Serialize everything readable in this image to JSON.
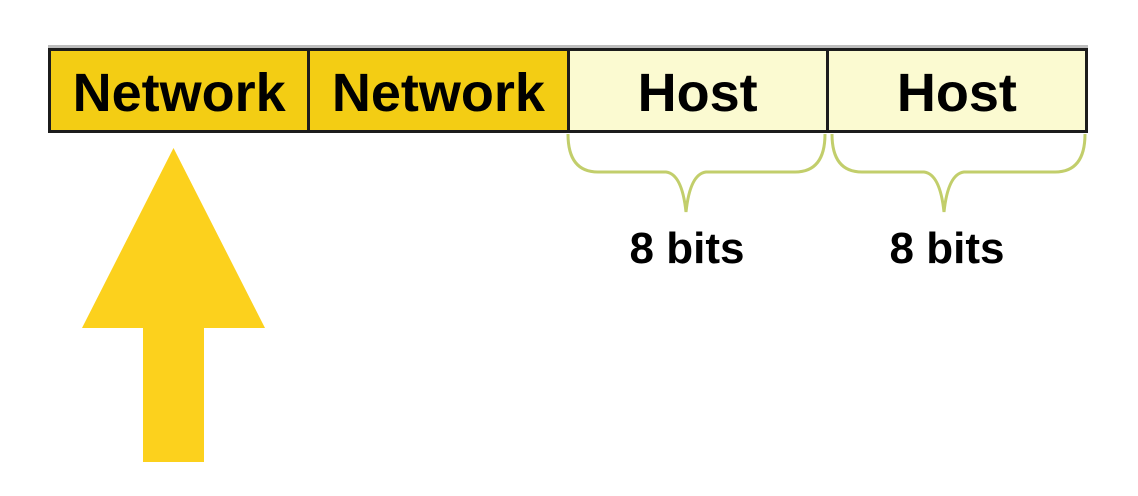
{
  "diagram": {
    "bar": {
      "cells": [
        {
          "label": "Network",
          "kind": "network"
        },
        {
          "label": "Network",
          "kind": "network"
        },
        {
          "label": "Host",
          "kind": "host"
        },
        {
          "label": "Host",
          "kind": "host"
        }
      ]
    },
    "annotations": {
      "bit_labels": [
        {
          "text": "8 bits"
        },
        {
          "text": "8 bits"
        }
      ]
    },
    "icons": {
      "brace_1": "curly-brace-down-icon",
      "brace_2": "curly-brace-down-icon",
      "arrow": "up-arrow-icon"
    },
    "colors": {
      "network_fill": "#F3CD14",
      "host_fill": "#FBFAD1",
      "cell_border": "#1c1c1c",
      "top_highlight": "#bdbdbd",
      "brace_stroke": "#C2CE6B",
      "arrow_fill": "#FCD11D",
      "label_text": "#000000"
    }
  }
}
